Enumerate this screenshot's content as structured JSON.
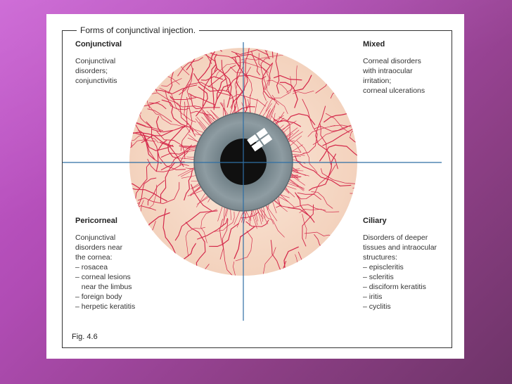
{
  "title": "Forms of conjunctival injection.",
  "figure_label": "Fig. 4.6",
  "quadrants": {
    "conjunctival": {
      "heading": "Conjunctival",
      "lines": [
        "Conjunctival",
        "disorders;",
        "conjunctivitis"
      ]
    },
    "mixed": {
      "heading": "Mixed",
      "lines": [
        "Corneal disorders",
        "with intraocular",
        "irritation;",
        "corneal ulcerations"
      ]
    },
    "pericorneal": {
      "heading": "Pericorneal",
      "lines": [
        "Conjunctival",
        "disorders near",
        "the cornea:",
        "– rosacea",
        "– corneal lesions",
        "   near the limbus",
        "– foreign body",
        "– herpetic keratitis"
      ]
    },
    "ciliary": {
      "heading": "Ciliary",
      "lines": [
        "Disorders of deeper",
        "tissues and intraocular",
        "structures:",
        "– episcleritis",
        "– scleritis",
        "– disciform keratitis",
        "– iritis",
        "– cyclitis"
      ]
    }
  },
  "colors": {
    "sclera": "#f7dcc8",
    "vessel": "#d4284a",
    "iris_outer": "#8c9aa0",
    "pupil": "#101010",
    "crosshair": "#2f6fa5"
  }
}
